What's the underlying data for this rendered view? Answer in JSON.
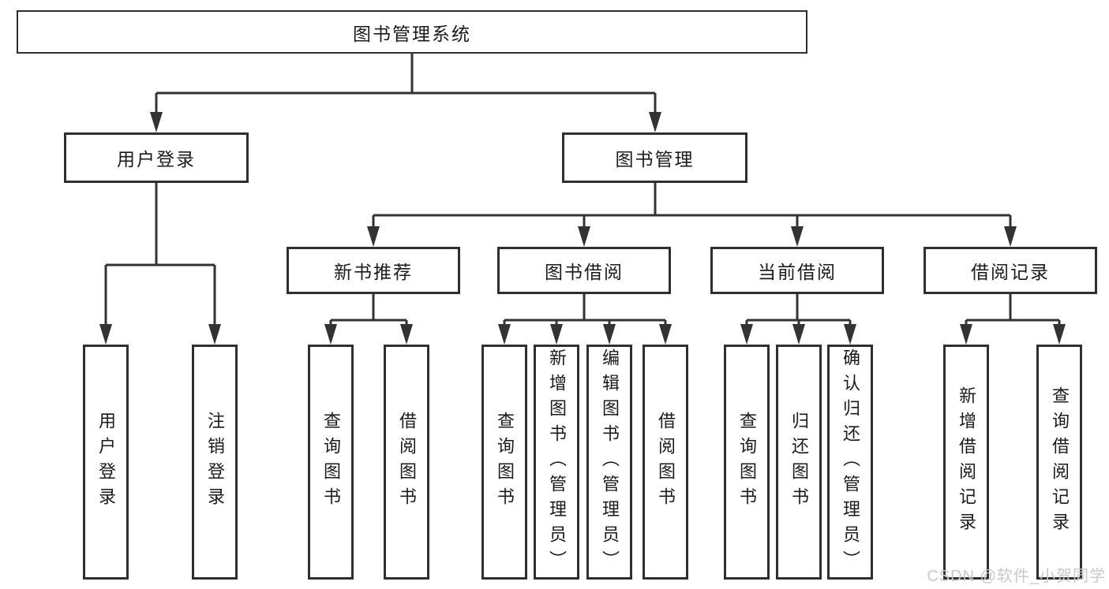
{
  "diagram": {
    "type": "hierarchy-tree",
    "tree": {
      "label": "图书管理系统",
      "children": [
        {
          "label": "用户登录",
          "children": [
            {
              "label": "用户登录"
            },
            {
              "label": "注销登录"
            }
          ]
        },
        {
          "label": "图书管理",
          "children": [
            {
              "label": "新书推荐",
              "children": [
                {
                  "label": "查询图书"
                },
                {
                  "label": "借阅图书"
                }
              ]
            },
            {
              "label": "图书借阅",
              "children": [
                {
                  "label": "查询图书"
                },
                {
                  "label": "新增图书（管理员）"
                },
                {
                  "label": "编辑图书（管理员）"
                },
                {
                  "label": "借阅图书"
                }
              ]
            },
            {
              "label": "当前借阅",
              "children": [
                {
                  "label": "查询图书"
                },
                {
                  "label": "归还图书"
                },
                {
                  "label": "确认归还（管理员）"
                }
              ]
            },
            {
              "label": "借阅记录",
              "children": [
                {
                  "label": "新增借阅记录"
                },
                {
                  "label": "查询借阅记录"
                }
              ]
            }
          ]
        }
      ]
    }
  },
  "watermark": {
    "text": "CSDN @软件_小贺同学"
  },
  "colors": {
    "line": "#333333",
    "box_border": "#2f2f2f",
    "text": "#1b1b1b",
    "watermark": "#c9c9c9",
    "background": "#ffffff"
  }
}
